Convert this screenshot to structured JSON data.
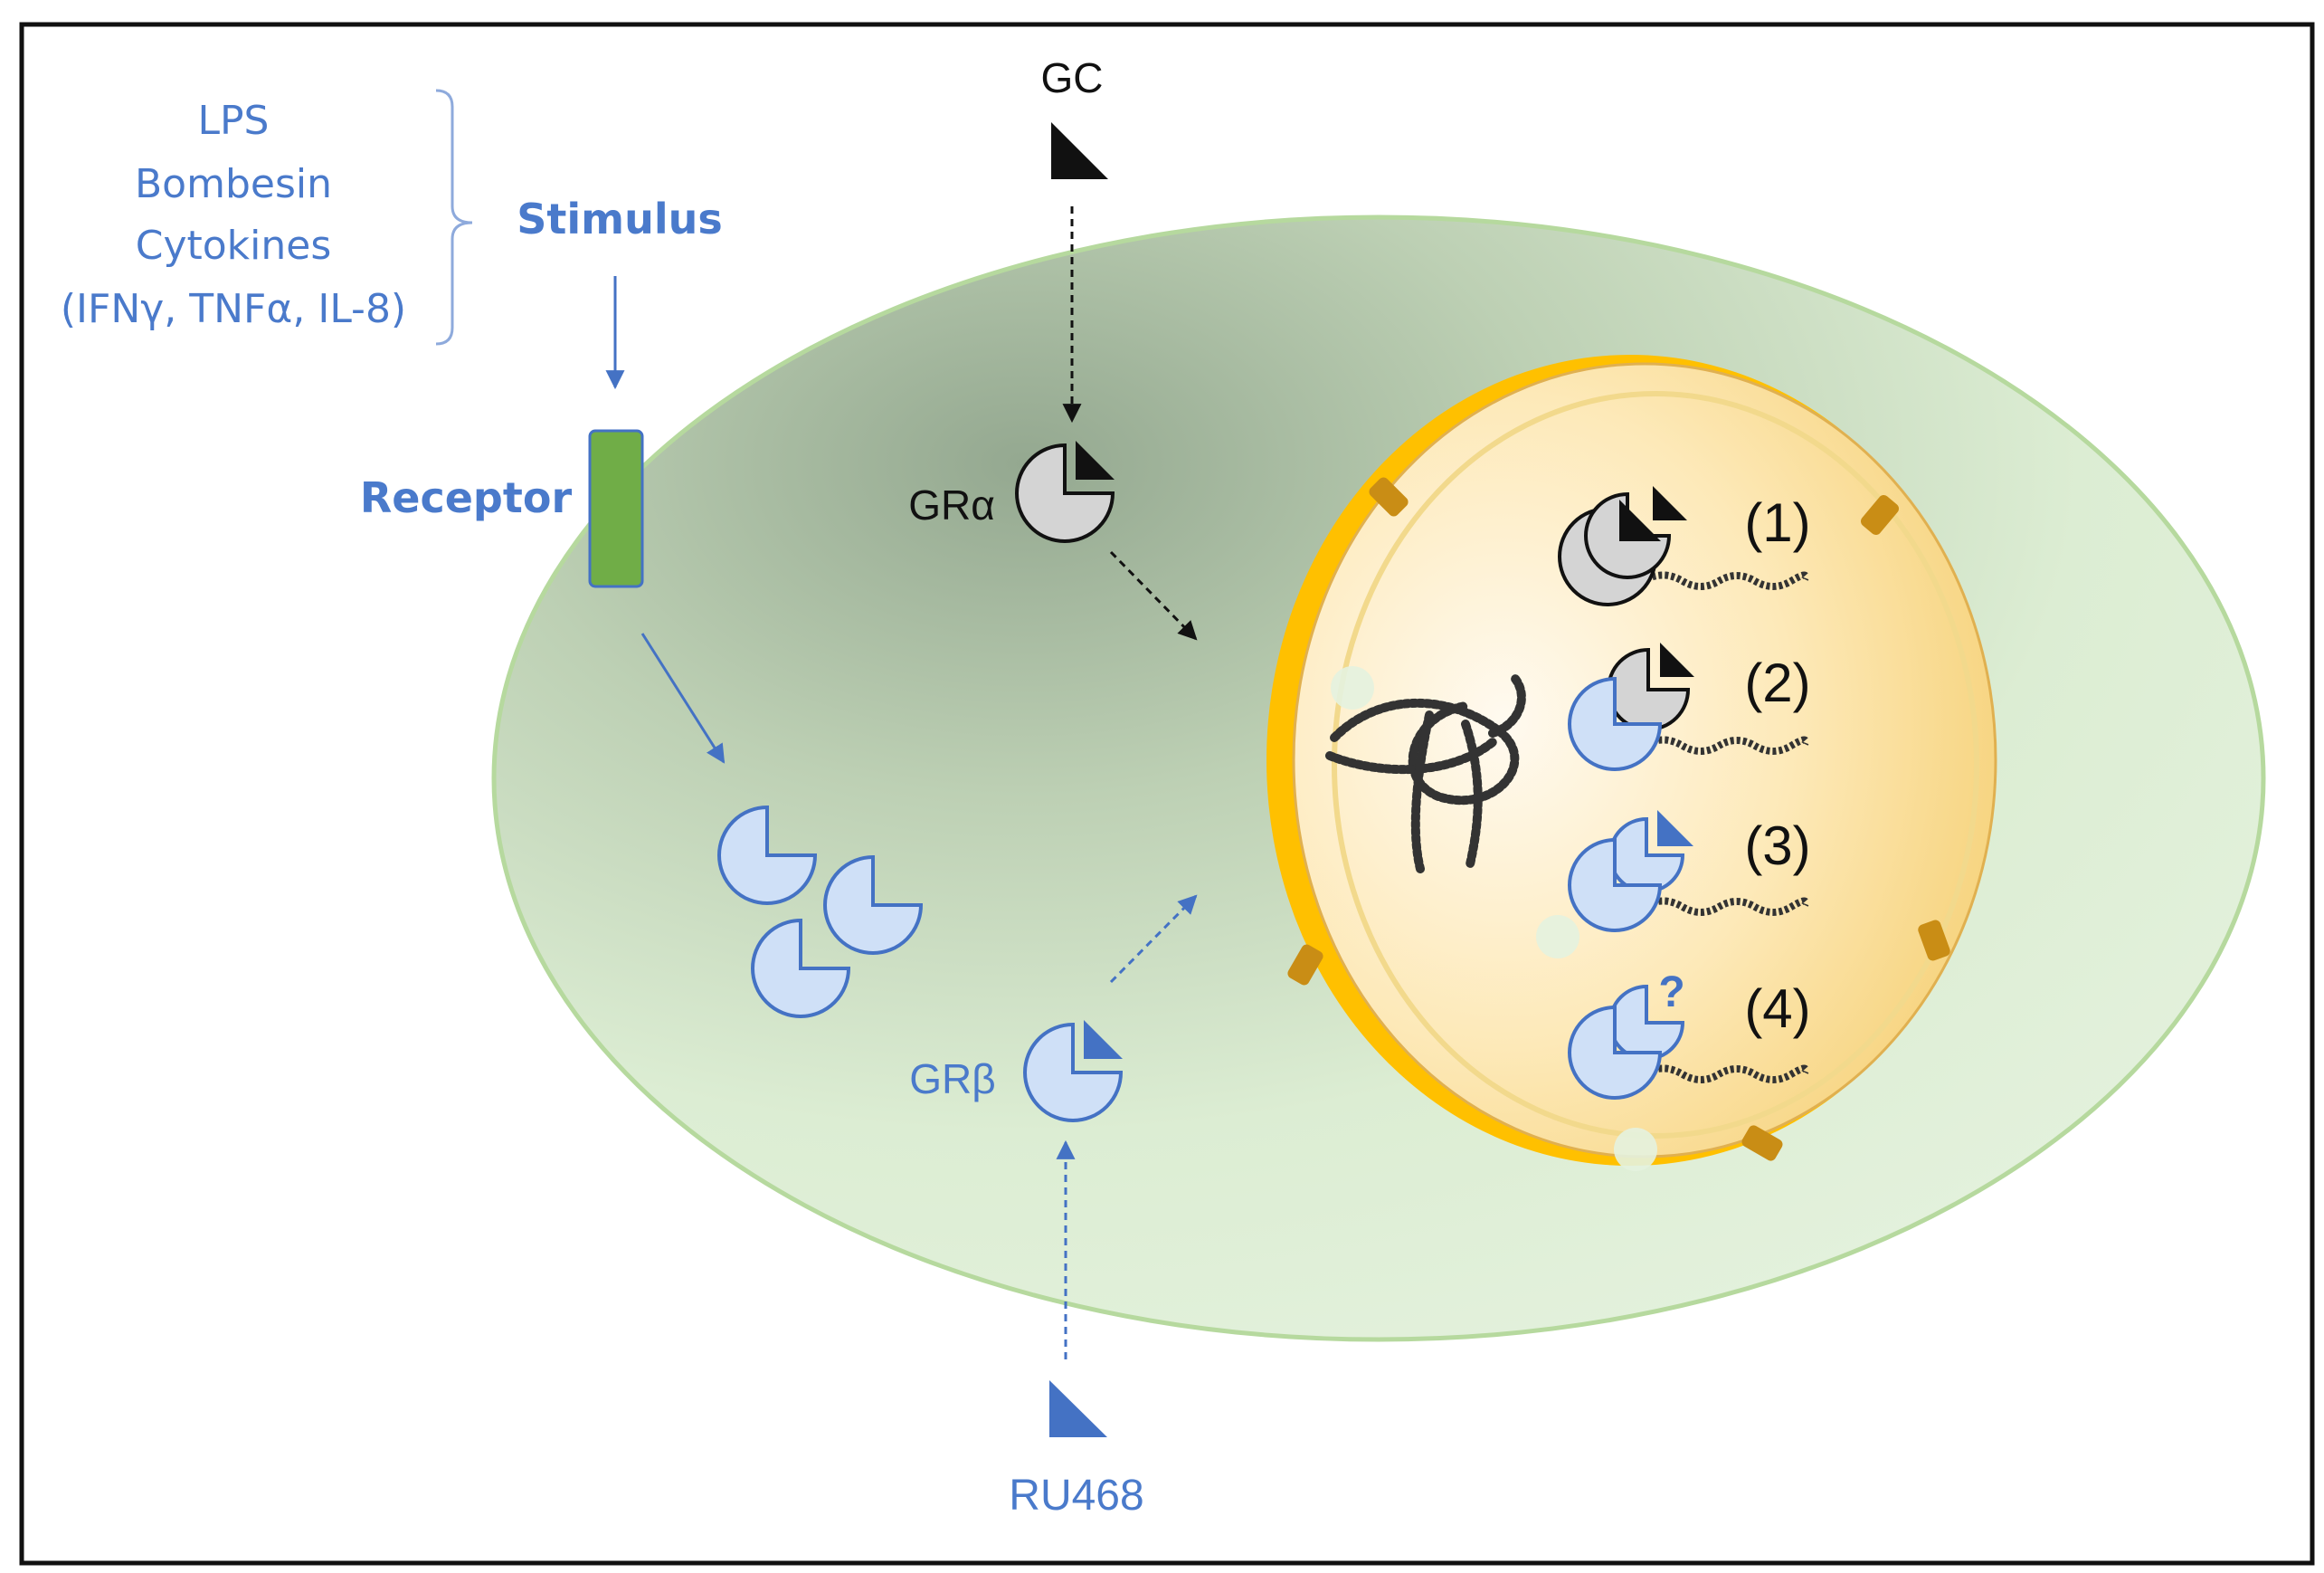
{
  "stimulus": {
    "agents": [
      "LPS",
      "Bombesin",
      "Cytokines",
      "(IFNγ, TNFα, IL-8)"
    ],
    "heading": "Stimulus",
    "receptor_label": "Receptor"
  },
  "ligands": {
    "gc": "GC",
    "ru468": "RU468"
  },
  "receptors": {
    "gr_alpha": "GRα",
    "gr_beta": "GRβ"
  },
  "nucleus_states": [
    {
      "label": "(1)"
    },
    {
      "label": "(2)"
    },
    {
      "label": "(3)"
    },
    {
      "label": "(4)",
      "marker": "?"
    }
  ],
  "colors": {
    "blue_text": "#4a7acb",
    "blue_fill": "#cfe0f7",
    "blue_stroke": "#4472c4",
    "gray_fill": "#d4d4d4",
    "cell_fill": "#deeed6",
    "cell_stroke": "#a9d18e",
    "receptor_fill": "#70ad47",
    "nucleus_rim": "#ffc000",
    "nucleus_fill": "#fde9a8"
  }
}
